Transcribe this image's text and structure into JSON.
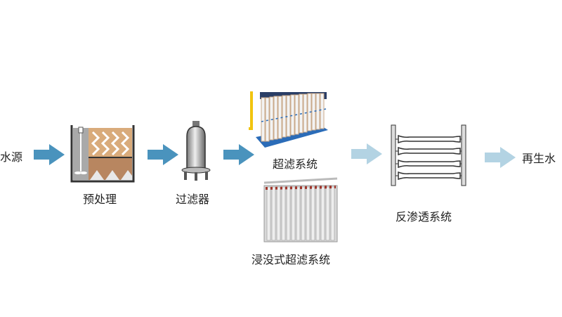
{
  "title": "水处理工艺流程",
  "labels": {
    "source": "水源",
    "pretreatment": "预处理",
    "filter": "过滤器",
    "uf": "超滤系统",
    "submerged_uf": "浸没式超滤系统",
    "ro": "反渗透系统",
    "reclaimed": "再生水"
  },
  "colors": {
    "arrow_dark": "#4a93bd",
    "arrow_light": "#b3d3e3"
  }
}
